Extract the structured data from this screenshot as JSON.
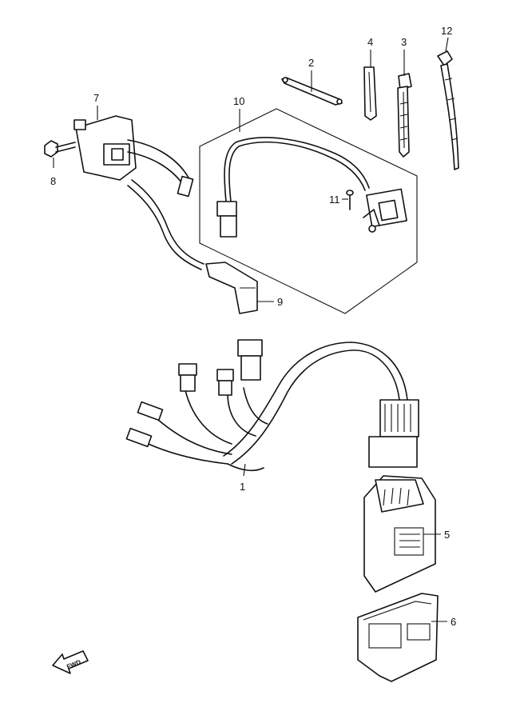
{
  "callouts": {
    "c1": "1",
    "c2": "2",
    "c3": "3",
    "c4": "4",
    "c5": "5",
    "c6": "6",
    "c7": "7",
    "c8": "8",
    "c9": "9",
    "c10": "10",
    "c11": "11",
    "c12": "12"
  },
  "fwd_label": "FWD"
}
